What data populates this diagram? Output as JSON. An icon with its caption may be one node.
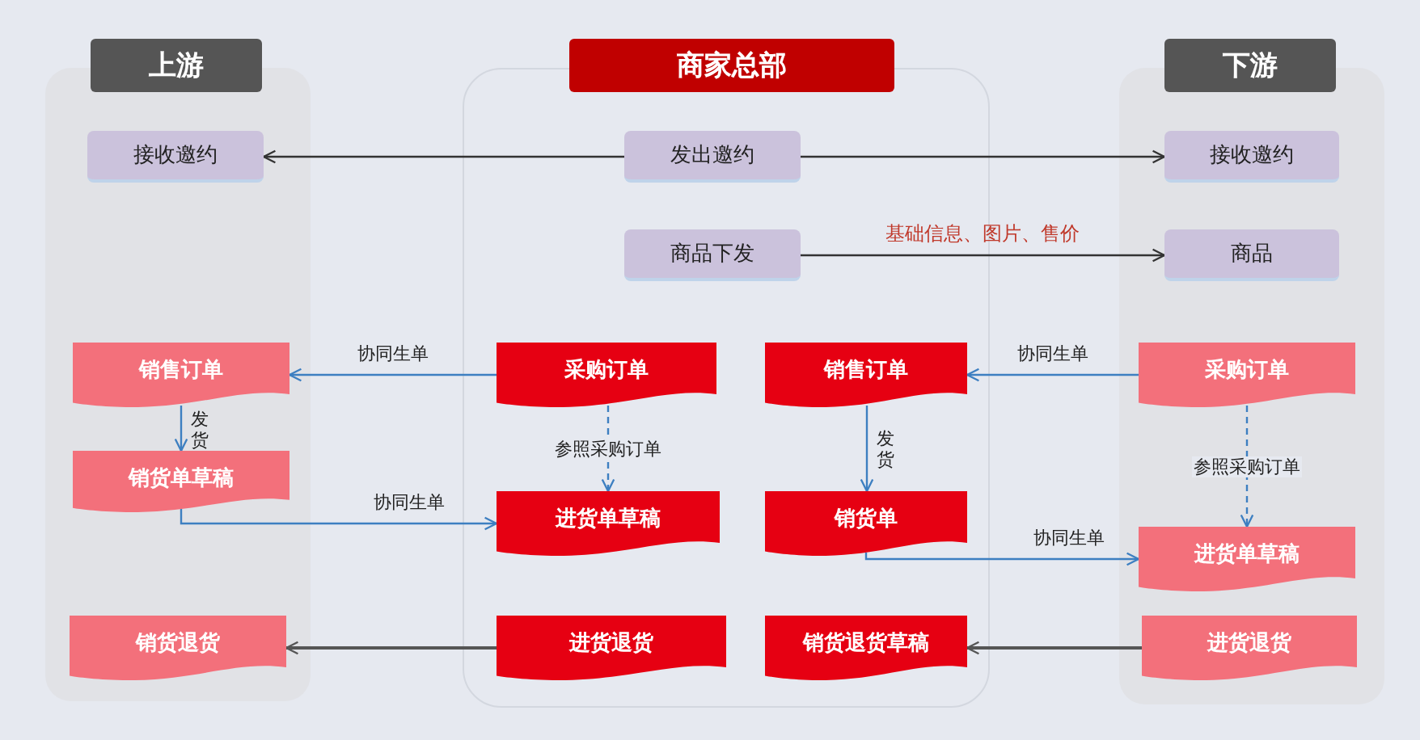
{
  "diagram": {
    "nodes": [
      {
        "text": [
          "上游"
        ]
      },
      {
        "text": [
          "商家总部"
        ]
      },
      {
        "text": [
          "下游"
        ]
      },
      {
        "text": [
          "接收邀约"
        ],
        "in": 0
      },
      {
        "text": [
          "发出邀约"
        ],
        "in": 1
      },
      {
        "text": [
          "接收邀约"
        ],
        "in": 2
      },
      {
        "text": [
          "商品下发"
        ],
        "in": 1
      },
      {
        "text": [
          "商品"
        ],
        "in": 2
      },
      {
        "text": [
          "销售订单"
        ],
        "in": 0
      },
      {
        "text": [
          "销货单草稿"
        ],
        "in": 0
      },
      {
        "text": [
          "销货退货"
        ],
        "in": 0
      },
      {
        "text": [
          "采购订单"
        ],
        "in": 1
      },
      {
        "text": [
          "进货单草稿"
        ],
        "in": 1
      },
      {
        "text": [
          "进货退货"
        ],
        "in": 1
      },
      {
        "text": [
          "销售订单"
        ],
        "in": 1
      },
      {
        "text": [
          "销货单"
        ],
        "in": 1
      },
      {
        "text": [
          "销货退货草稿"
        ],
        "in": 1
      },
      {
        "text": [
          "采购订单"
        ],
        "in": 2
      },
      {
        "text": [
          "进货单草稿"
        ],
        "in": 2
      },
      {
        "text": [
          "进货退货"
        ],
        "in": 2
      }
    ],
    "edges": [
      {
        "from": 4,
        "to": 3,
        "arrow": "to",
        "color": "#333333"
      },
      {
        "from": 4,
        "to": 5,
        "arrow": "to",
        "color": "#333333"
      },
      {
        "from": 6,
        "to": 7,
        "arrow": "to",
        "label": "基础信息、图片、售价",
        "color": "#333333"
      },
      {
        "from": 11,
        "to": 8,
        "arrow": "to",
        "label": "协同生单"
      },
      {
        "from": 8,
        "to": 9,
        "arrow": "to",
        "label": "发货"
      },
      {
        "from": 9,
        "to": 12,
        "arrow": "to",
        "label": "协同生单"
      },
      {
        "from": 11,
        "to": 12,
        "arrow": "to",
        "label": "参照采购订单",
        "style": "dashed"
      },
      {
        "from": 13,
        "to": 10,
        "arrow": "to",
        "color": "#555555"
      },
      {
        "from": 17,
        "to": 14,
        "arrow": "to",
        "label": "协同生单"
      },
      {
        "from": 14,
        "to": 15,
        "arrow": "to",
        "label": "发货"
      },
      {
        "from": 15,
        "to": 18,
        "arrow": "to",
        "label": "协同生单"
      },
      {
        "from": 17,
        "to": 18,
        "arrow": "to",
        "label": "参照采购订单",
        "style": "dashed"
      },
      {
        "from": 19,
        "to": 16,
        "arrow": "to",
        "color": "#555555"
      }
    ]
  }
}
